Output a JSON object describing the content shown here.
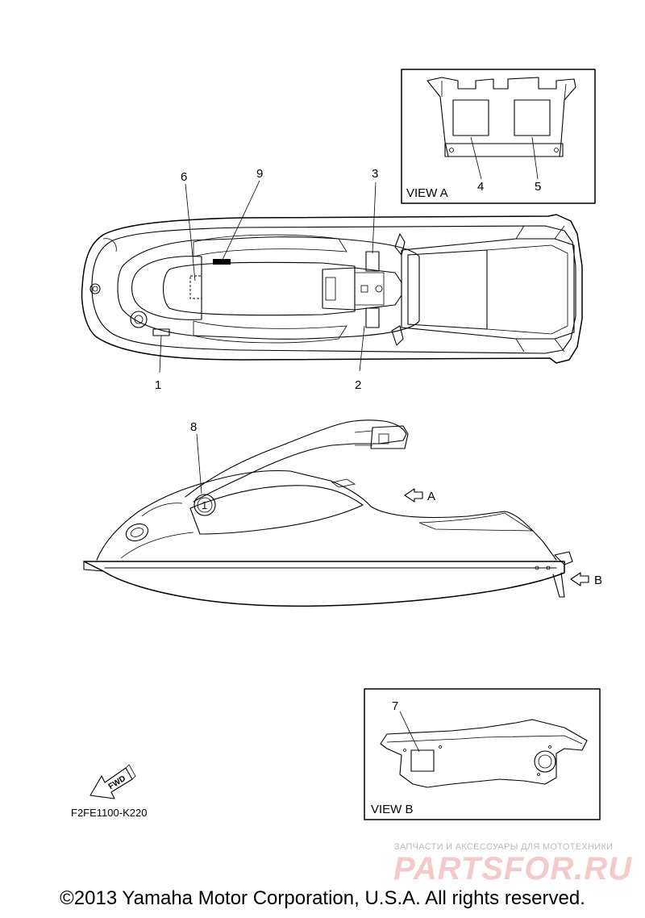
{
  "diagram": {
    "callouts": [
      "1",
      "2",
      "3",
      "4",
      "5",
      "6",
      "7",
      "8",
      "9"
    ],
    "view_a_label": "VIEW A",
    "view_b_label": "VIEW B",
    "arrow_a_label": "A",
    "arrow_b_label": "B",
    "fwd_label": "FWD",
    "part_code": "F2FE1100-K220",
    "badge_text": "1"
  },
  "watermark": {
    "top_text": "ЗАПЧАСТИ И АКСЕССУАРЫ ДЛЯ МОТОТЕХНИКИ",
    "logo_text": "PARTSFOR.RU"
  },
  "footer": {
    "copyright": "©2013 Yamaha Motor Corporation, U.S.A. All rights reserved."
  }
}
